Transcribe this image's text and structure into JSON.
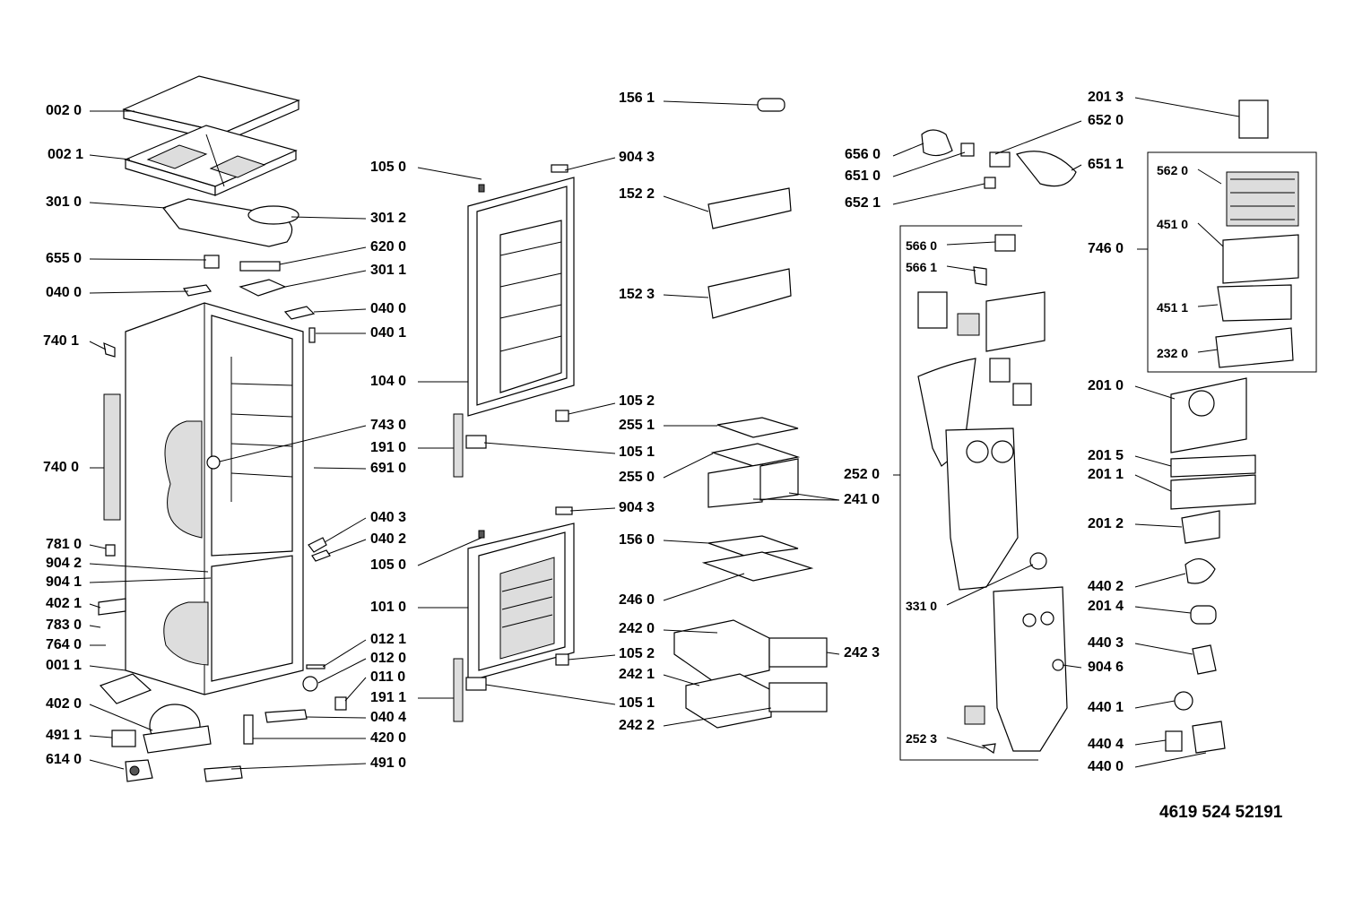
{
  "document_code": "4619 524 52191",
  "labels": {
    "l0020": "002 0",
    "l0021": "002 1",
    "l3010": "301 0",
    "l6550": "655 0",
    "l0400": "040 0",
    "l7401": "740 1",
    "l7400": "740 0",
    "l7810": "781 0",
    "l9042": "904 2",
    "l9041": "904 1",
    "l4021": "402 1",
    "l7830": "783 0",
    "l7640": "764 0",
    "l0011": "001 1",
    "l4020": "402 0",
    "l4911": "491 1",
    "l6140": "614 0",
    "l3012": "301 2",
    "l6200": "620 0",
    "l3011": "301 1",
    "l0400b": "040 0",
    "l0401": "040 1",
    "l1050": "105 0",
    "l1040": "104 0",
    "l7430": "743 0",
    "l1910": "191 0",
    "l6910": "691 0",
    "l0403": "040 3",
    "l0402": "040 2",
    "l1050b": "105 0",
    "l1010": "101 0",
    "l0121": "012 1",
    "l0120": "012 0",
    "l0110": "011 0",
    "l1911": "191 1",
    "l0404": "040 4",
    "l4200": "420 0",
    "l4910": "491 0",
    "l1561": "156 1",
    "l9043": "904 3",
    "l1522": "152 2",
    "l1523": "152 3",
    "l1052": "105 2",
    "l2551": "255 1",
    "l1051": "105 1",
    "l2550": "255 0",
    "l9043b": "904 3",
    "l1560": "156 0",
    "l2460": "246 0",
    "l2420": "242 0",
    "l1052b": "105 2",
    "l2421": "242 1",
    "l1051b": "105 1",
    "l2422": "242 2",
    "l2410": "241 0",
    "l2423": "242 3",
    "l6560": "656 0",
    "l6510": "651 0",
    "l6521": "652 1",
    "l6520": "652 0",
    "l6511": "651 1",
    "l5660": "566 0",
    "l5661": "566 1",
    "l2520": "252 0",
    "l3310": "331 0",
    "l2523": "252 3",
    "l9046": "904 6",
    "l2013": "201 3",
    "l5620": "562 0",
    "l4510": "451 0",
    "l7460": "746 0",
    "l4511": "451 1",
    "l2320": "232 0",
    "l2010": "201 0",
    "l2015": "201 5",
    "l2011": "201 1",
    "l2012": "201 2",
    "l4402": "440 2",
    "l2014": "201 4",
    "l4403": "440 3",
    "l4401": "440 1",
    "l4404": "440 4",
    "l4400": "440 0"
  }
}
